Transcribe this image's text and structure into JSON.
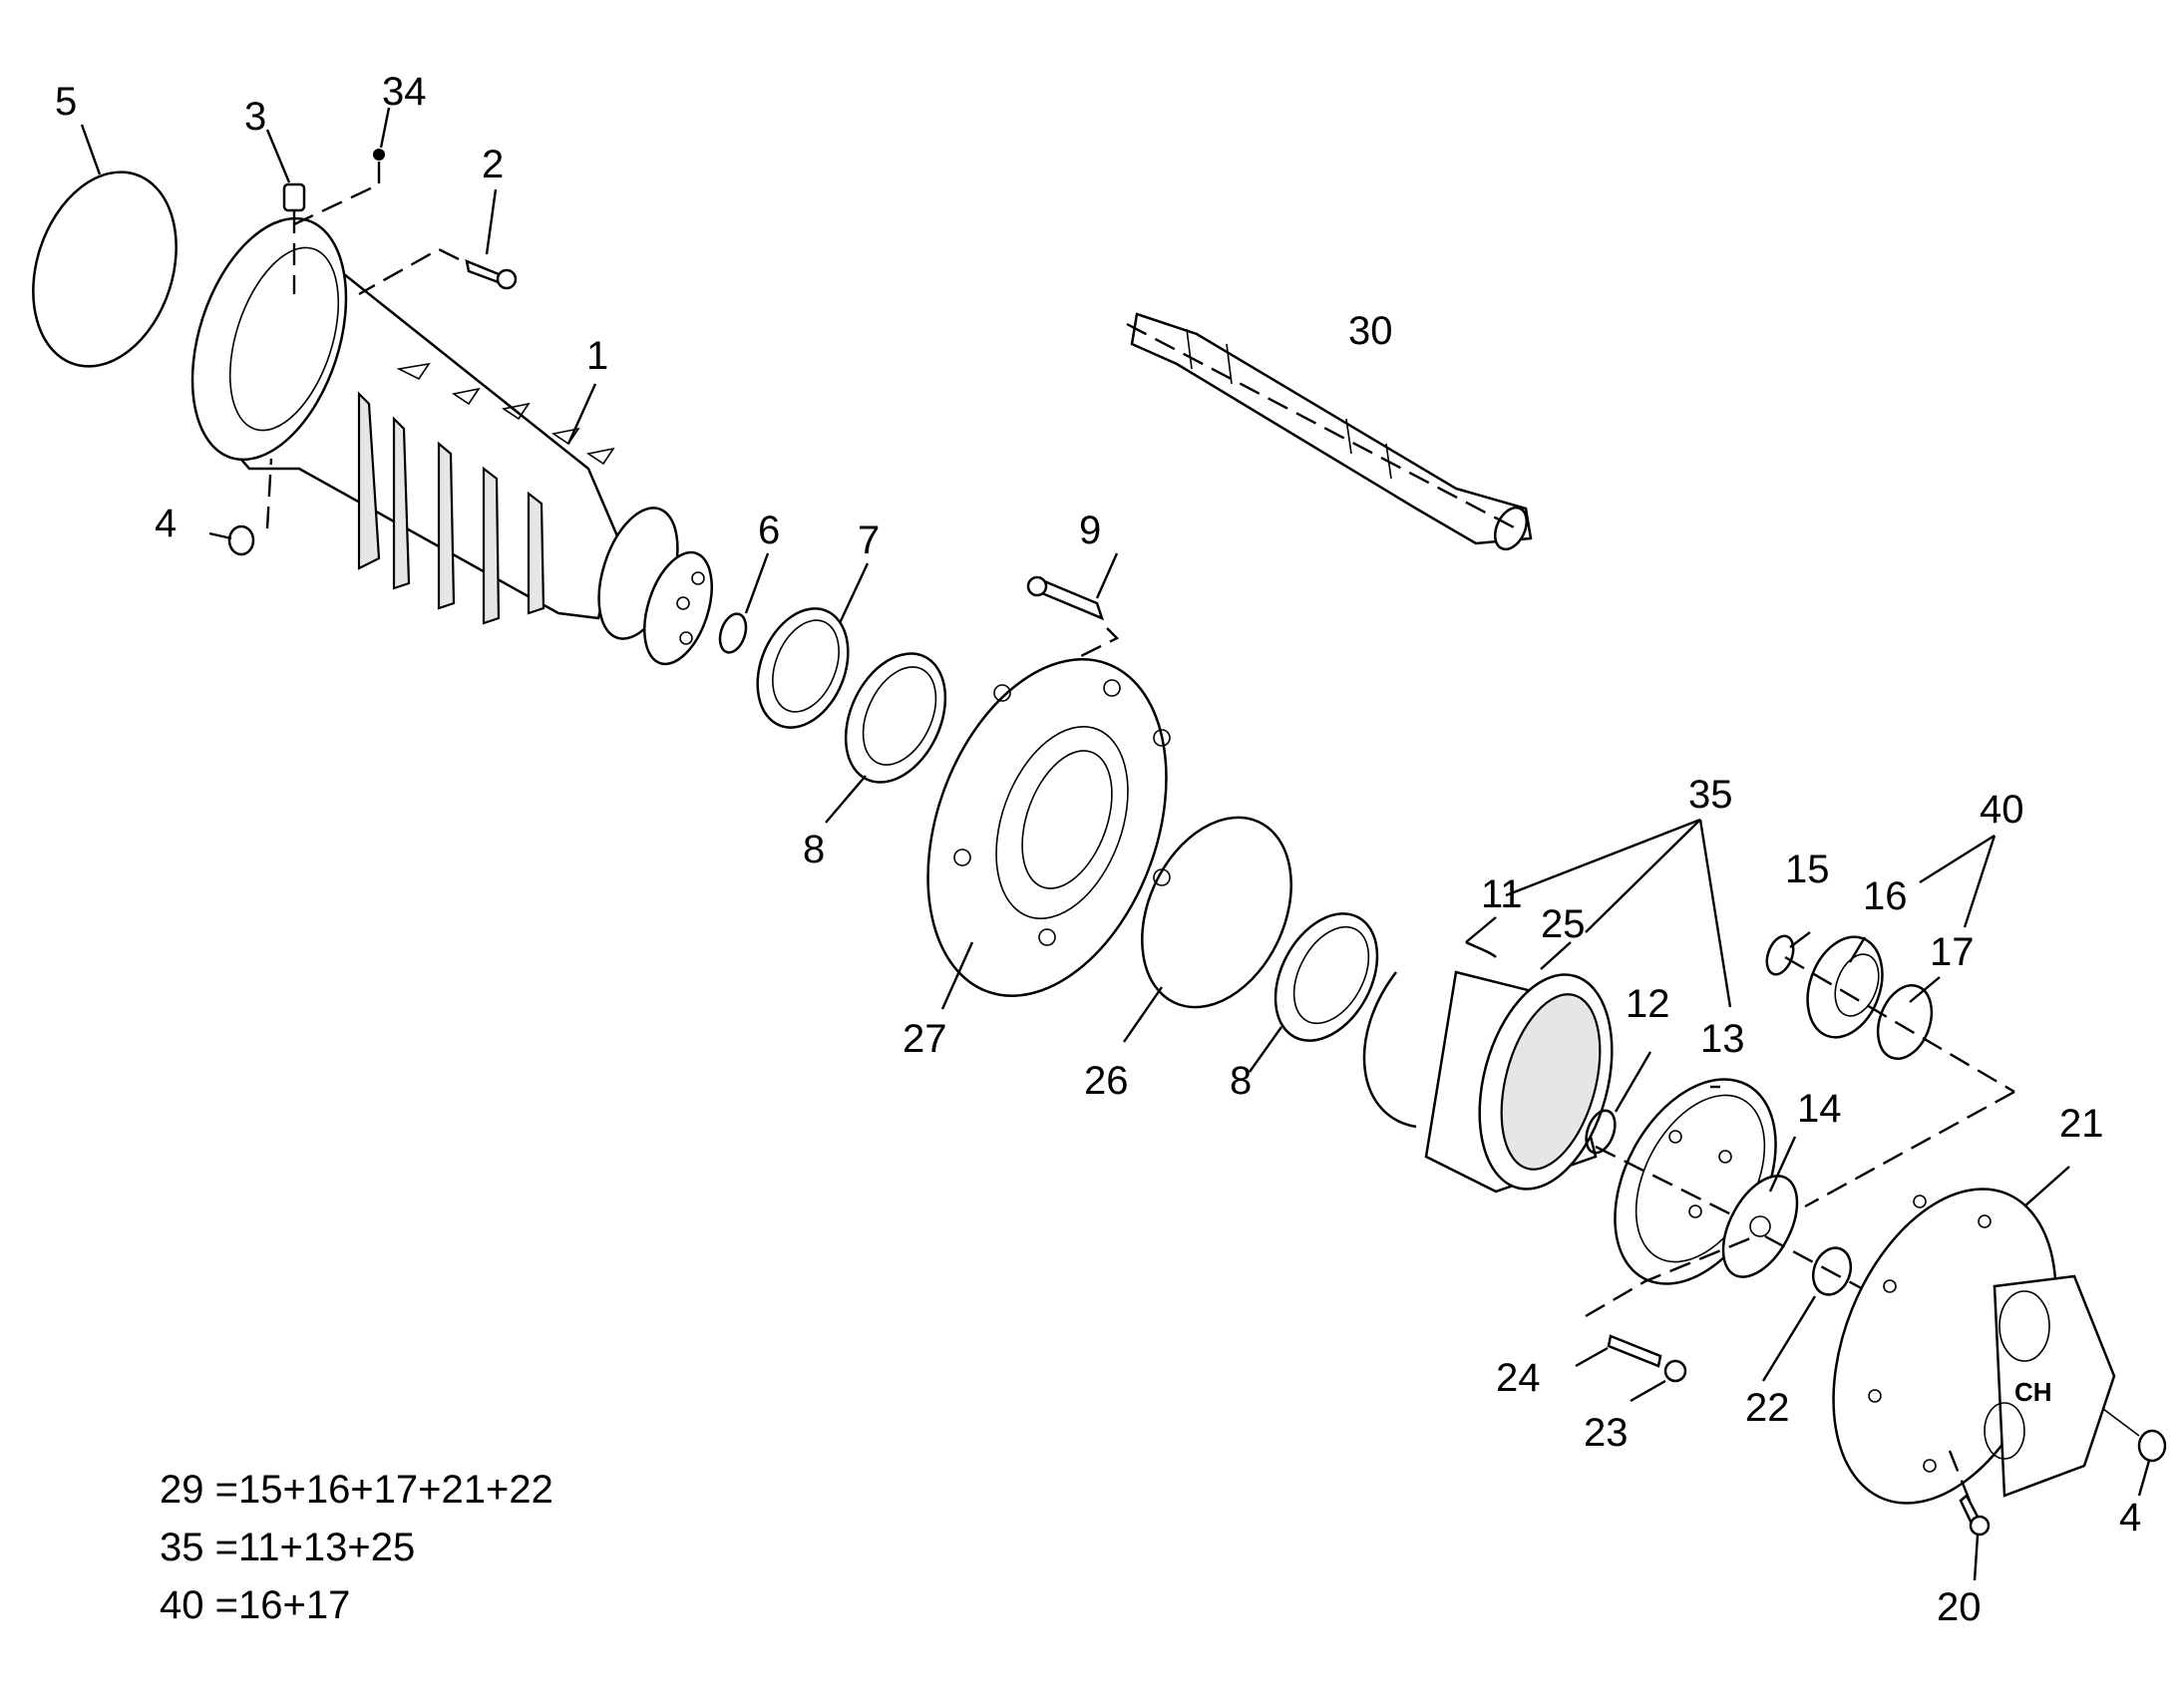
{
  "callouts": {
    "c1": "1",
    "c2": "2",
    "c3": "3",
    "c4a": "4",
    "c4b": "4",
    "c5": "5",
    "c6": "6",
    "c7": "7",
    "c8a": "8",
    "c8b": "8",
    "c9": "9",
    "c11": "11",
    "c12": "12",
    "c13": "13",
    "c14": "14",
    "c15": "15",
    "c16": "16",
    "c17": "17",
    "c20": "20",
    "c21": "21",
    "c22": "22",
    "c23": "23",
    "c24": "24",
    "c25": "25",
    "c26": "26",
    "c27": "27",
    "c30": "30",
    "c34": "34",
    "c35": "35",
    "c40": "40"
  },
  "legend": {
    "line29": "29 =15+16+17+21+22",
    "line35": "35 =11+13+25",
    "line40": "40 =16+17"
  }
}
